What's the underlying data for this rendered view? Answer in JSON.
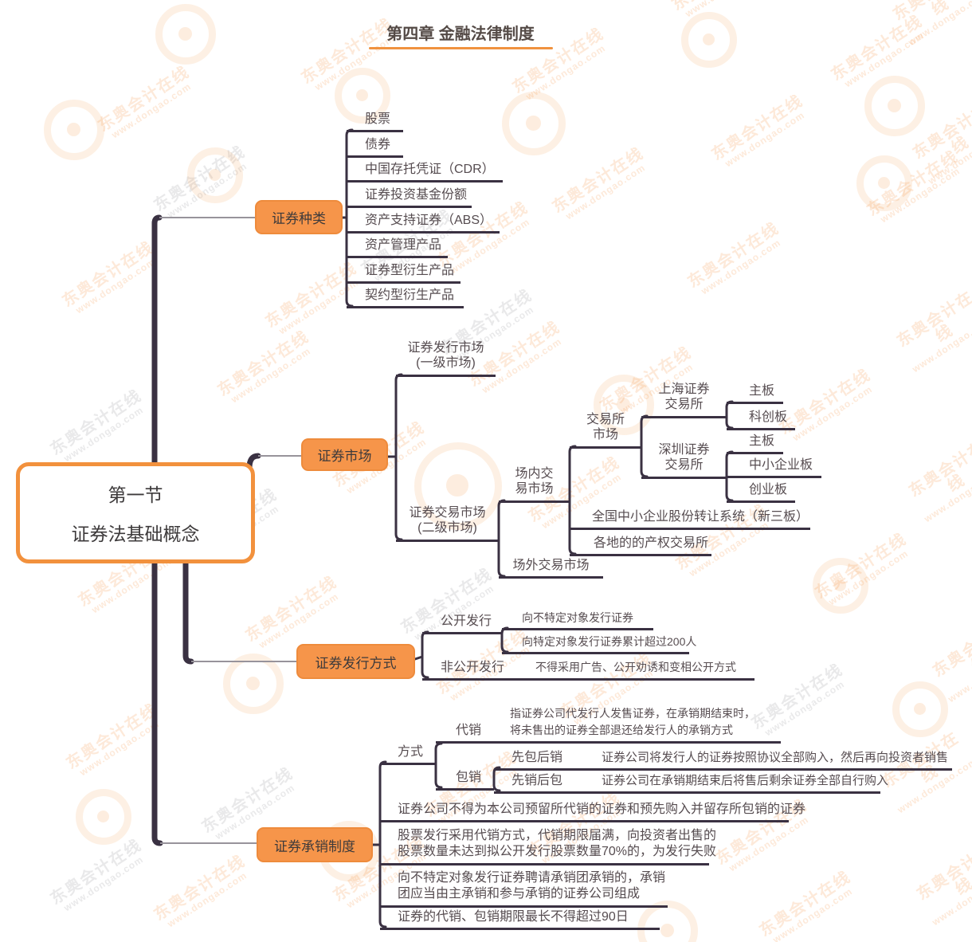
{
  "chapter_title": "第四章  金融法律制度",
  "watermark": {
    "brand": "东奥会计在线",
    "url": "www.dongao.com"
  },
  "root": {
    "line1": "第一节",
    "line2": "证券法基础概念"
  },
  "branches": {
    "zhonglei": {
      "label": "证券种类",
      "items": [
        "股票",
        "债券",
        "中国存托凭证（CDR）",
        "证券投资基金份额",
        "资产支持证券（ABS）",
        "资产管理产品",
        "证券型衍生产品",
        "契约型衍生产品"
      ]
    },
    "shichang": {
      "label": "证券市场",
      "yiji": {
        "line1": "证券发行市场",
        "line2": "(一级市场)"
      },
      "erji": {
        "line1": "证券交易市场",
        "line2": "(二级市场)"
      },
      "changnei": {
        "line1": "场内交",
        "line2": "易市场"
      },
      "changwai": "场外交易市场",
      "jiaoyisuo": {
        "line1": "交易所",
        "line2": "市场"
      },
      "shanghai": {
        "line1": "上海证券",
        "line2": "交易所",
        "children": [
          "主板",
          "科创板"
        ]
      },
      "shenzhen": {
        "line1": "深圳证券",
        "line2": "交易所",
        "children": [
          "主板",
          "中小企业板",
          "创业板"
        ]
      },
      "xinsanban": "全国中小企业股份转让系统（新三板）",
      "chanquan": "各地的的产权交易所"
    },
    "faxing": {
      "label": "证券发行方式",
      "gongkai": {
        "label": "公开发行",
        "items": [
          "向不特定对象发行证券",
          "向特定对象发行证券累计超过200人"
        ]
      },
      "feigongkai": {
        "label": "非公开发行",
        "note": "不得采用广告、公开劝诱和变相公开方式"
      }
    },
    "chengxiao": {
      "label": "证券承销制度",
      "fangshi": {
        "label": "方式",
        "daixiao": {
          "label": "代销",
          "desc1": "指证券公司代发行人发售证券，在承销期结束时，",
          "desc2": "将未售出的证券全部退还给发行人的承销方式"
        },
        "baoxiao": {
          "label": "包销",
          "xianbao": {
            "label": "先包后销",
            "desc": "证券公司将发行人的证券按照协议全部购入，然后再向投资者销售"
          },
          "xianxiao": {
            "label": "先销后包",
            "desc": "证券公司在承销期结束后将售后剩余证券全部自行购入"
          }
        }
      },
      "rule1": "证券公司不得为本公司预留所代销的证券和预先购入并留存所包销的证券",
      "rule2a": "股票发行采用代销方式，代销期限届满，向投资者出售的",
      "rule2b": "股票数量未达到拟公开发行股票数量70%的，为发行失败",
      "rule3a": "向不特定对象发行证券聘请承销团承销的，承销",
      "rule3b": "团应当由主承销和参与承销的证券公司组成",
      "rule4": "证券的代销、包销期限最长不得超过90日"
    }
  }
}
